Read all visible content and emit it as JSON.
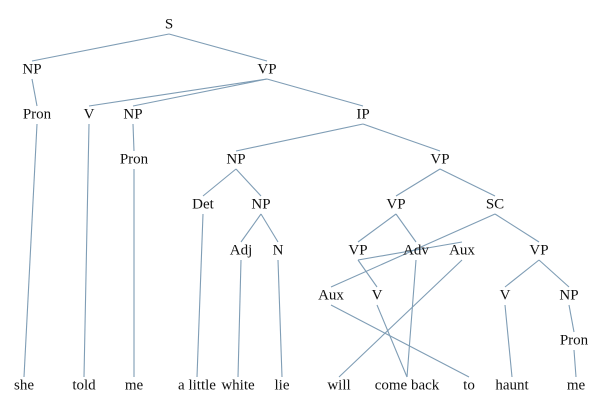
{
  "tree": {
    "nodes": [
      {
        "id": "s",
        "label": "S"
      },
      {
        "id": "np1",
        "label": "NP"
      },
      {
        "id": "vp1",
        "label": "VP"
      },
      {
        "id": "pron1",
        "label": "Pron"
      },
      {
        "id": "v1",
        "label": "V"
      },
      {
        "id": "np2",
        "label": "NP"
      },
      {
        "id": "ip",
        "label": "IP"
      },
      {
        "id": "pron2",
        "label": "Pron"
      },
      {
        "id": "np3",
        "label": "NP"
      },
      {
        "id": "vp2",
        "label": "VP"
      },
      {
        "id": "det",
        "label": "Det"
      },
      {
        "id": "np4",
        "label": "NP"
      },
      {
        "id": "vp3",
        "label": "VP"
      },
      {
        "id": "sc",
        "label": "SC"
      },
      {
        "id": "adj",
        "label": "Adj"
      },
      {
        "id": "n",
        "label": "N"
      },
      {
        "id": "vp4",
        "label": "VP"
      },
      {
        "id": "adv",
        "label": "Adv"
      },
      {
        "id": "aux1",
        "label": "Aux"
      },
      {
        "id": "vp5",
        "label": "VP"
      },
      {
        "id": "aux2",
        "label": "Aux"
      },
      {
        "id": "v2",
        "label": "V"
      },
      {
        "id": "v3",
        "label": "V"
      },
      {
        "id": "np5",
        "label": "NP"
      },
      {
        "id": "pron3",
        "label": "Pron"
      }
    ],
    "words": [
      {
        "id": "w_she",
        "label": "she"
      },
      {
        "id": "w_told",
        "label": "told"
      },
      {
        "id": "w_me1",
        "label": "me"
      },
      {
        "id": "w_alittle",
        "label": "a little"
      },
      {
        "id": "w_white",
        "label": "white"
      },
      {
        "id": "w_lie",
        "label": "lie"
      },
      {
        "id": "w_will",
        "label": "will"
      },
      {
        "id": "w_comeback",
        "label": "come back"
      },
      {
        "id": "w_to",
        "label": "to"
      },
      {
        "id": "w_haunt",
        "label": "haunt"
      },
      {
        "id": "w_me2",
        "label": "me"
      }
    ],
    "edges": [
      [
        "s",
        "np1"
      ],
      [
        "s",
        "vp1"
      ],
      [
        "np1",
        "pron1"
      ],
      [
        "pron1",
        "w_she"
      ],
      [
        "vp1",
        "v1"
      ],
      [
        "vp1",
        "np2"
      ],
      [
        "vp1",
        "ip"
      ],
      [
        "v1",
        "w_told"
      ],
      [
        "np2",
        "pron2"
      ],
      [
        "pron2",
        "w_me1"
      ],
      [
        "ip",
        "np3"
      ],
      [
        "ip",
        "vp2"
      ],
      [
        "np3",
        "det"
      ],
      [
        "np3",
        "np4"
      ],
      [
        "det",
        "w_alittle"
      ],
      [
        "np4",
        "adj"
      ],
      [
        "np4",
        "n"
      ],
      [
        "adj",
        "w_white"
      ],
      [
        "n",
        "w_lie"
      ],
      [
        "vp2",
        "vp3"
      ],
      [
        "vp2",
        "sc"
      ],
      [
        "vp3",
        "vp4"
      ],
      [
        "vp3",
        "adv"
      ],
      [
        "vp4",
        "aux1"
      ],
      [
        "vp4",
        "v2"
      ],
      [
        "aux1",
        "w_will"
      ],
      [
        "v2",
        "w_comeback"
      ],
      [
        "adv",
        "w_comeback"
      ],
      [
        "sc",
        "aux2"
      ],
      [
        "sc",
        "vp5"
      ],
      [
        "aux2",
        "w_to"
      ],
      [
        "vp5",
        "v3"
      ],
      [
        "vp5",
        "np5"
      ],
      [
        "v3",
        "w_haunt"
      ],
      [
        "np5",
        "pron3"
      ],
      [
        "pron3",
        "w_me2"
      ]
    ]
  }
}
